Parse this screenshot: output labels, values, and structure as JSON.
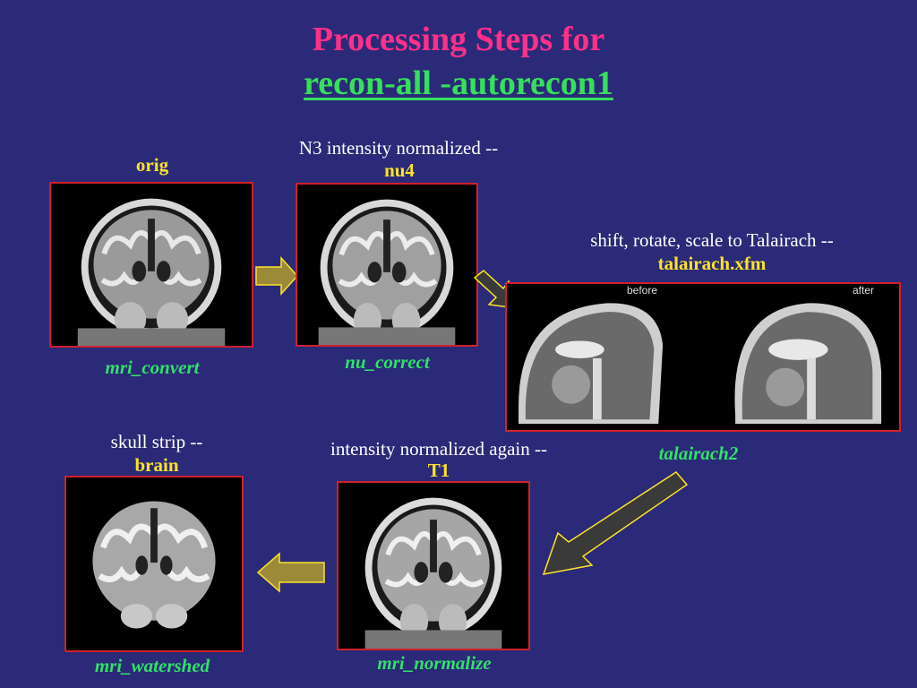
{
  "title": {
    "line1": "Processing Steps for",
    "line2": "recon-all  -autorecon1"
  },
  "steps": {
    "orig": {
      "label": "orig",
      "tool": "mri_convert"
    },
    "nu4": {
      "caption": "N3 intensity normalized --",
      "label": "nu4",
      "tool": "nu_correct"
    },
    "talairach": {
      "caption": "shift, rotate, scale to Talairach --",
      "label": "talairach.xfm",
      "tool": "talairach2",
      "before": "before",
      "after": "after"
    },
    "t1": {
      "caption": "intensity normalized again --",
      "label": "T1",
      "tool": "mri_normalize"
    },
    "brain": {
      "caption": "skull strip --",
      "label": "brain",
      "tool": "mri_watershed"
    }
  },
  "colors": {
    "background": "#2a2a78",
    "title": "#ff2f8a",
    "subtitle": "#35e05a",
    "label": "#ffe22a",
    "tool": "#33e06a",
    "panel_border": "#d0202a",
    "arrow_fill": "#3a3a3a",
    "arrow_stroke": "#ffe22a"
  },
  "icons": [
    "right-arrow-icon",
    "diagonal-arrow-icon",
    "left-arrow-icon"
  ]
}
